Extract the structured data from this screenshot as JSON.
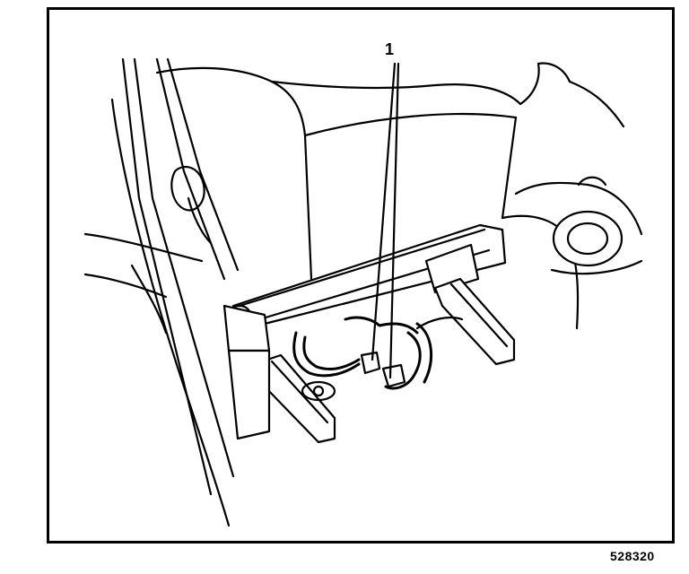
{
  "diagram": {
    "callout": "1",
    "figure_number": "528320",
    "icons": [
      "seat-frame",
      "seat-track",
      "wiring-harness",
      "harness-clips"
    ]
  }
}
